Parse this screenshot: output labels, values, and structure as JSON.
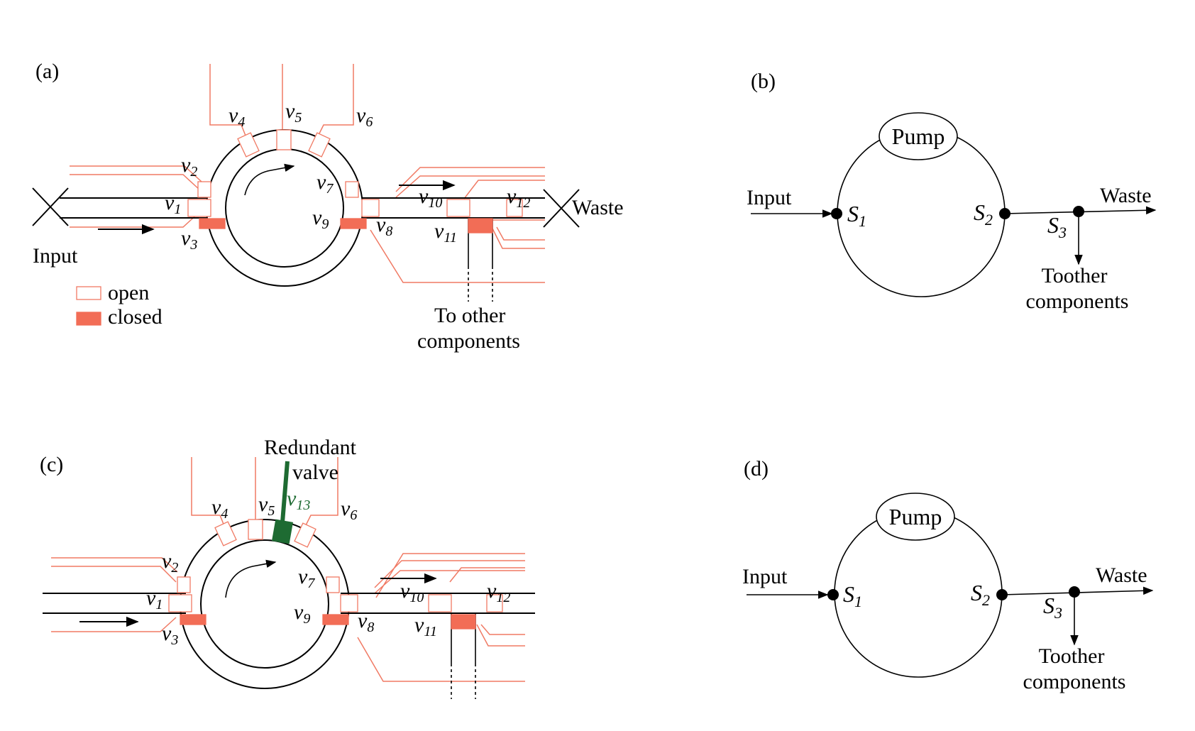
{
  "panels": {
    "a": {
      "tag": "(a)",
      "input_label": "Input",
      "waste_label": "Waste",
      "legend": {
        "open": "open",
        "closed": "closed",
        "open_color": "#ffffff",
        "closed_color": "#f26d56"
      },
      "to_other": [
        "To other",
        "components"
      ],
      "valves": [
        {
          "name": "v",
          "sub": "1",
          "state": "open"
        },
        {
          "name": "v",
          "sub": "2",
          "state": "open"
        },
        {
          "name": "v",
          "sub": "3",
          "state": "closed"
        },
        {
          "name": "v",
          "sub": "4",
          "state": "open"
        },
        {
          "name": "v",
          "sub": "5",
          "state": "open"
        },
        {
          "name": "v",
          "sub": "6",
          "state": "open"
        },
        {
          "name": "v",
          "sub": "7",
          "state": "open"
        },
        {
          "name": "v",
          "sub": "8",
          "state": "open"
        },
        {
          "name": "v",
          "sub": "9",
          "state": "closed"
        },
        {
          "name": "v",
          "sub": "10",
          "state": "open"
        },
        {
          "name": "v",
          "sub": "11",
          "state": "closed"
        },
        {
          "name": "v",
          "sub": "12",
          "state": "open"
        }
      ]
    },
    "b": {
      "tag": "(b)",
      "pump_label": "Pump",
      "input_label": "Input",
      "waste_label": "Waste",
      "nodes": [
        {
          "name": "S",
          "sub": "1"
        },
        {
          "name": "S",
          "sub": "2"
        },
        {
          "name": "S",
          "sub": "3"
        }
      ],
      "other": [
        "Toother",
        "components"
      ]
    },
    "c": {
      "tag": "(c)",
      "redundant_label": [
        "Redundant",
        "valve"
      ],
      "redundant_color": "#1e6b32",
      "valves": [
        {
          "name": "v",
          "sub": "1"
        },
        {
          "name": "v",
          "sub": "2"
        },
        {
          "name": "v",
          "sub": "3"
        },
        {
          "name": "v",
          "sub": "4"
        },
        {
          "name": "v",
          "sub": "5"
        },
        {
          "name": "v",
          "sub": "6"
        },
        {
          "name": "v",
          "sub": "7"
        },
        {
          "name": "v",
          "sub": "8"
        },
        {
          "name": "v",
          "sub": "9"
        },
        {
          "name": "v",
          "sub": "10"
        },
        {
          "name": "v",
          "sub": "11"
        },
        {
          "name": "v",
          "sub": "12"
        },
        {
          "name": "v",
          "sub": "13"
        }
      ]
    },
    "d": {
      "tag": "(d)",
      "pump_label": "Pump",
      "input_label": "Input",
      "waste_label": "Waste",
      "nodes": [
        {
          "name": "S",
          "sub": "1"
        },
        {
          "name": "S",
          "sub": "2"
        },
        {
          "name": "S",
          "sub": "3"
        }
      ],
      "other": [
        "Toother",
        "components"
      ]
    }
  }
}
